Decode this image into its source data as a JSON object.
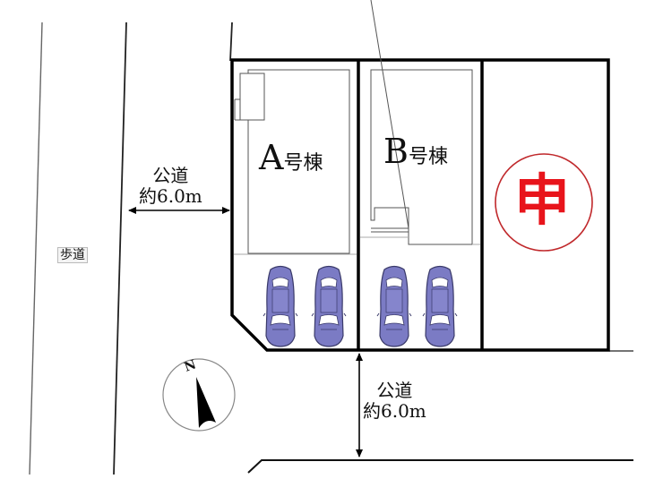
{
  "diagram": {
    "type": "site-plan",
    "colors": {
      "line": "#000000",
      "building_outline": "#555555",
      "car_body": "#7b7bc4",
      "car_outline": "#3a3a6a",
      "stamp_red": "#e8141b",
      "stamp_circle": "#c0282b"
    }
  },
  "units": [
    {
      "id": "A",
      "letter": "A",
      "suffix": "号棟",
      "parking_spaces": 2
    },
    {
      "id": "B",
      "letter": "B",
      "suffix": "号棟",
      "parking_spaces": 2
    },
    {
      "id": "C",
      "stamp": "申",
      "stamp_meaning": "application-in-progress"
    }
  ],
  "roads": {
    "west": {
      "line1": "公道",
      "line2": "約6.0m"
    },
    "south": {
      "line1": "公道",
      "line2": "約6.0m"
    }
  },
  "sidewalk": {
    "label": "歩道"
  },
  "compass": {
    "label": "N"
  }
}
